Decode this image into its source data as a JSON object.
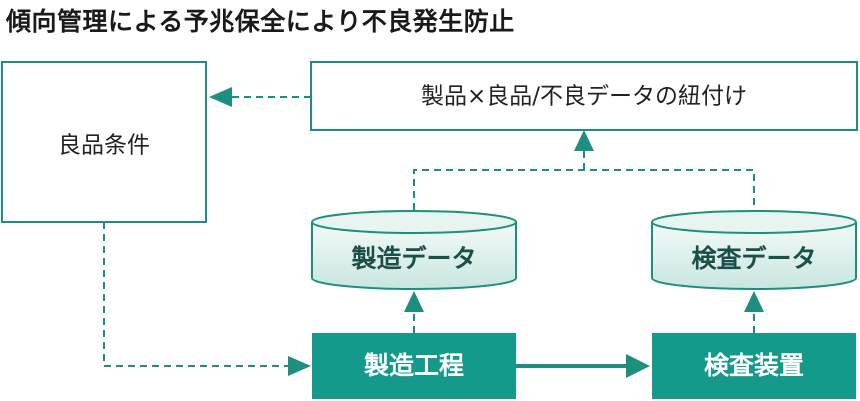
{
  "title": "傾向管理による予兆保全により不良発生防止",
  "nodes": {
    "good_conditions": "良品条件",
    "linkage": "製品×良品/不良データの紐付け",
    "manufacturing_data": "製造データ",
    "inspection_data": "検査データ",
    "manufacturing_process": "製造工程",
    "inspection_device": "検査装置"
  },
  "colors": {
    "accent": "#139a8b",
    "line": "#1e8f7f",
    "cylinder_fill": "#e7f4f1"
  }
}
